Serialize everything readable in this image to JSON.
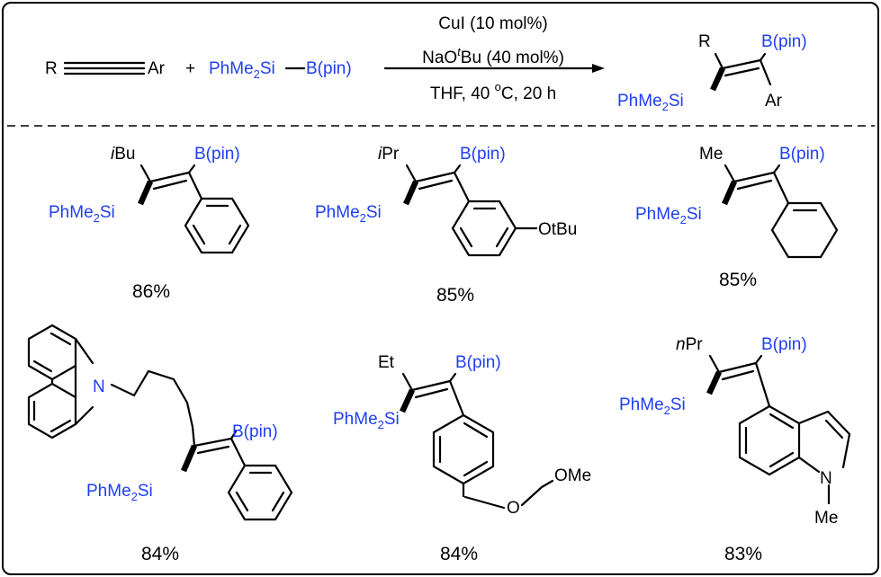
{
  "colors": {
    "reagent": "#1f3df5",
    "ink": "#000000"
  },
  "reaction": {
    "alkyne_r": "R",
    "alkyne_ar": "Ar",
    "plus": "+",
    "silylborane_si": "PhMe2Si",
    "silylborane_b": "B(pin)",
    "conditions": {
      "catalyst": "CuI (10 mol%)",
      "base_pre": "NaO",
      "base_sup": "t",
      "base_post": "Bu (40 mol%)",
      "solvent_pre": "THF, 40 ",
      "deg": "o",
      "solvent_post": "C, 20 h"
    },
    "product": {
      "r": "R",
      "bpin": "B(pin)",
      "si": "PhMe2Si",
      "ar": "Ar"
    }
  },
  "products": [
    {
      "id": "1",
      "substituent_prefix": "i",
      "substituent": "Bu",
      "bpin": "B(pin)",
      "si": "PhMe2Si",
      "yield": "86%"
    },
    {
      "id": "2",
      "substituent_prefix": "i",
      "substituent": "Pr",
      "bpin": "B(pin)",
      "si": "PhMe2Si",
      "extra": "OtBu",
      "yield": "85%"
    },
    {
      "id": "3",
      "substituent_prefix": "",
      "substituent": "Me",
      "bpin": "B(pin)",
      "si": "PhMe2Si",
      "yield": "85%"
    },
    {
      "id": "4",
      "hetero": "N",
      "bpin": "B(pin)",
      "si": "PhMe2Si",
      "yield": "84%"
    },
    {
      "id": "5",
      "substituent_prefix": "",
      "substituent": "Et",
      "bpin": "B(pin)",
      "si": "PhMe2Si",
      "o1": "O",
      "ome": "OMe",
      "yield": "84%"
    },
    {
      "id": "6",
      "substituent_prefix": "n",
      "substituent": "Pr",
      "bpin": "B(pin)",
      "si": "PhMe2Si",
      "n": "N",
      "me": "Me",
      "yield": "83%"
    }
  ]
}
